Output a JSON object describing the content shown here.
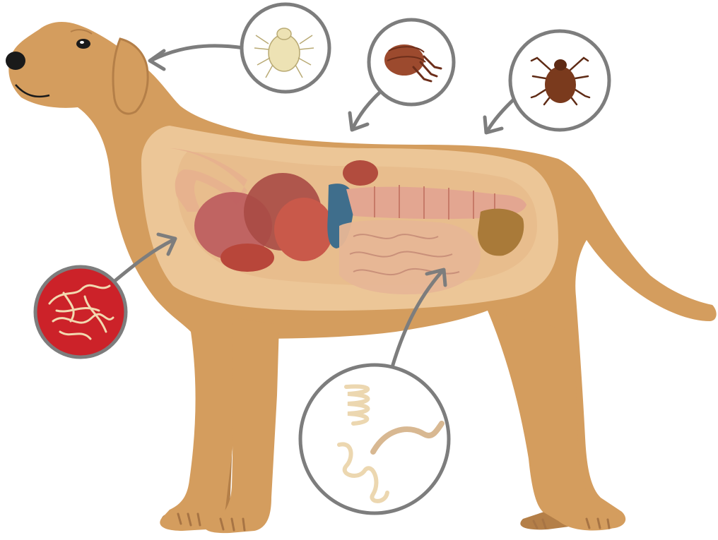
{
  "illustration": {
    "subject": "dog-icon",
    "callouts": [
      {
        "icon": "ear-mite-icon",
        "target": "ear"
      },
      {
        "icon": "flea-icon",
        "target": "coat"
      },
      {
        "icon": "tick-icon",
        "target": "coat"
      },
      {
        "icon": "heartworm-icon",
        "target": "heart"
      },
      {
        "icon": "intestinal-worms-icon",
        "target": "intestines"
      }
    ]
  },
  "colors": {
    "background": "#ffffff",
    "dog_fur": "#d49d5e",
    "dog_fur_shadow": "#b47f48",
    "body_cavity": "#ecc697",
    "body_cavity_inner": "#e6b887",
    "heart": "#a94a45",
    "stomach": "#d0776b",
    "intestine": "#e3a691",
    "liver": "#b8463a",
    "duodenum": "#3f6e8c",
    "callout_ring": "#7d7d7d",
    "heartworm_bg": "#cc2229",
    "worm": "#f2d9b0",
    "tick": "#7a3a1d",
    "flea": "#9c4a2e",
    "mite": "#ede2b4"
  }
}
